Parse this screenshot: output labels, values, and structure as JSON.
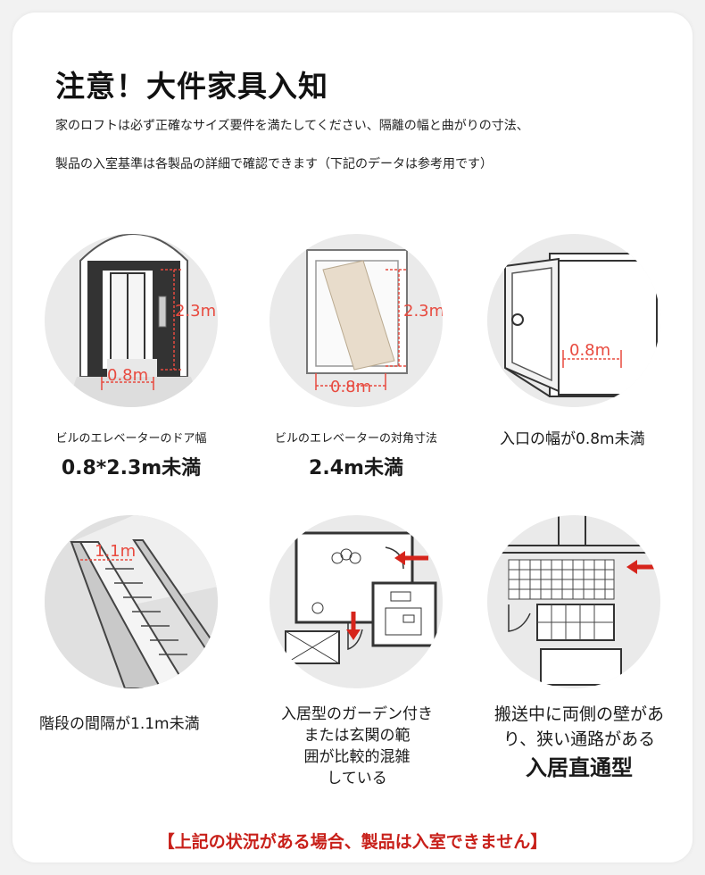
{
  "header": {
    "title": "注意！大件家具入知",
    "line1": "家のロフトは必ず正確なサイズ要件を満たしてください、隔離の幅と曲がりの寸法、",
    "line2": "製品の入室基準は各製品の詳細で確認できます（下記のデータは参考用です）"
  },
  "items": [
    {
      "caption": "ビルのエレベーターのドア幅",
      "value": "0.8*2.3m未満",
      "height_label": "2.3m",
      "width_label": "0.8m"
    },
    {
      "caption": "ビルのエレベーターの対角寸法",
      "value": "2.4m未満",
      "height_label": "2.3m",
      "width_label": "0.8m"
    },
    {
      "caption": "入口の幅が0.8m未満",
      "width_label": "0.8m"
    },
    {
      "caption": "階段の間隔が1.1m未満",
      "width_label": "1.1m"
    },
    {
      "caption_lines": [
        "入居型のガーデン付き",
        "または玄関の範",
        "囲が比較的混雑",
        "している"
      ]
    },
    {
      "caption_lines": [
        "搬送中に両側の壁があ",
        "り、狭い通路がある"
      ],
      "value": "入居直通型"
    }
  ],
  "footer": {
    "warning": "【上記の状況がある場合、製品は入室できません】"
  },
  "colors": {
    "accent": "#e84a3f",
    "warning": "#c8201a",
    "circle_bg": "#eaeaea"
  }
}
